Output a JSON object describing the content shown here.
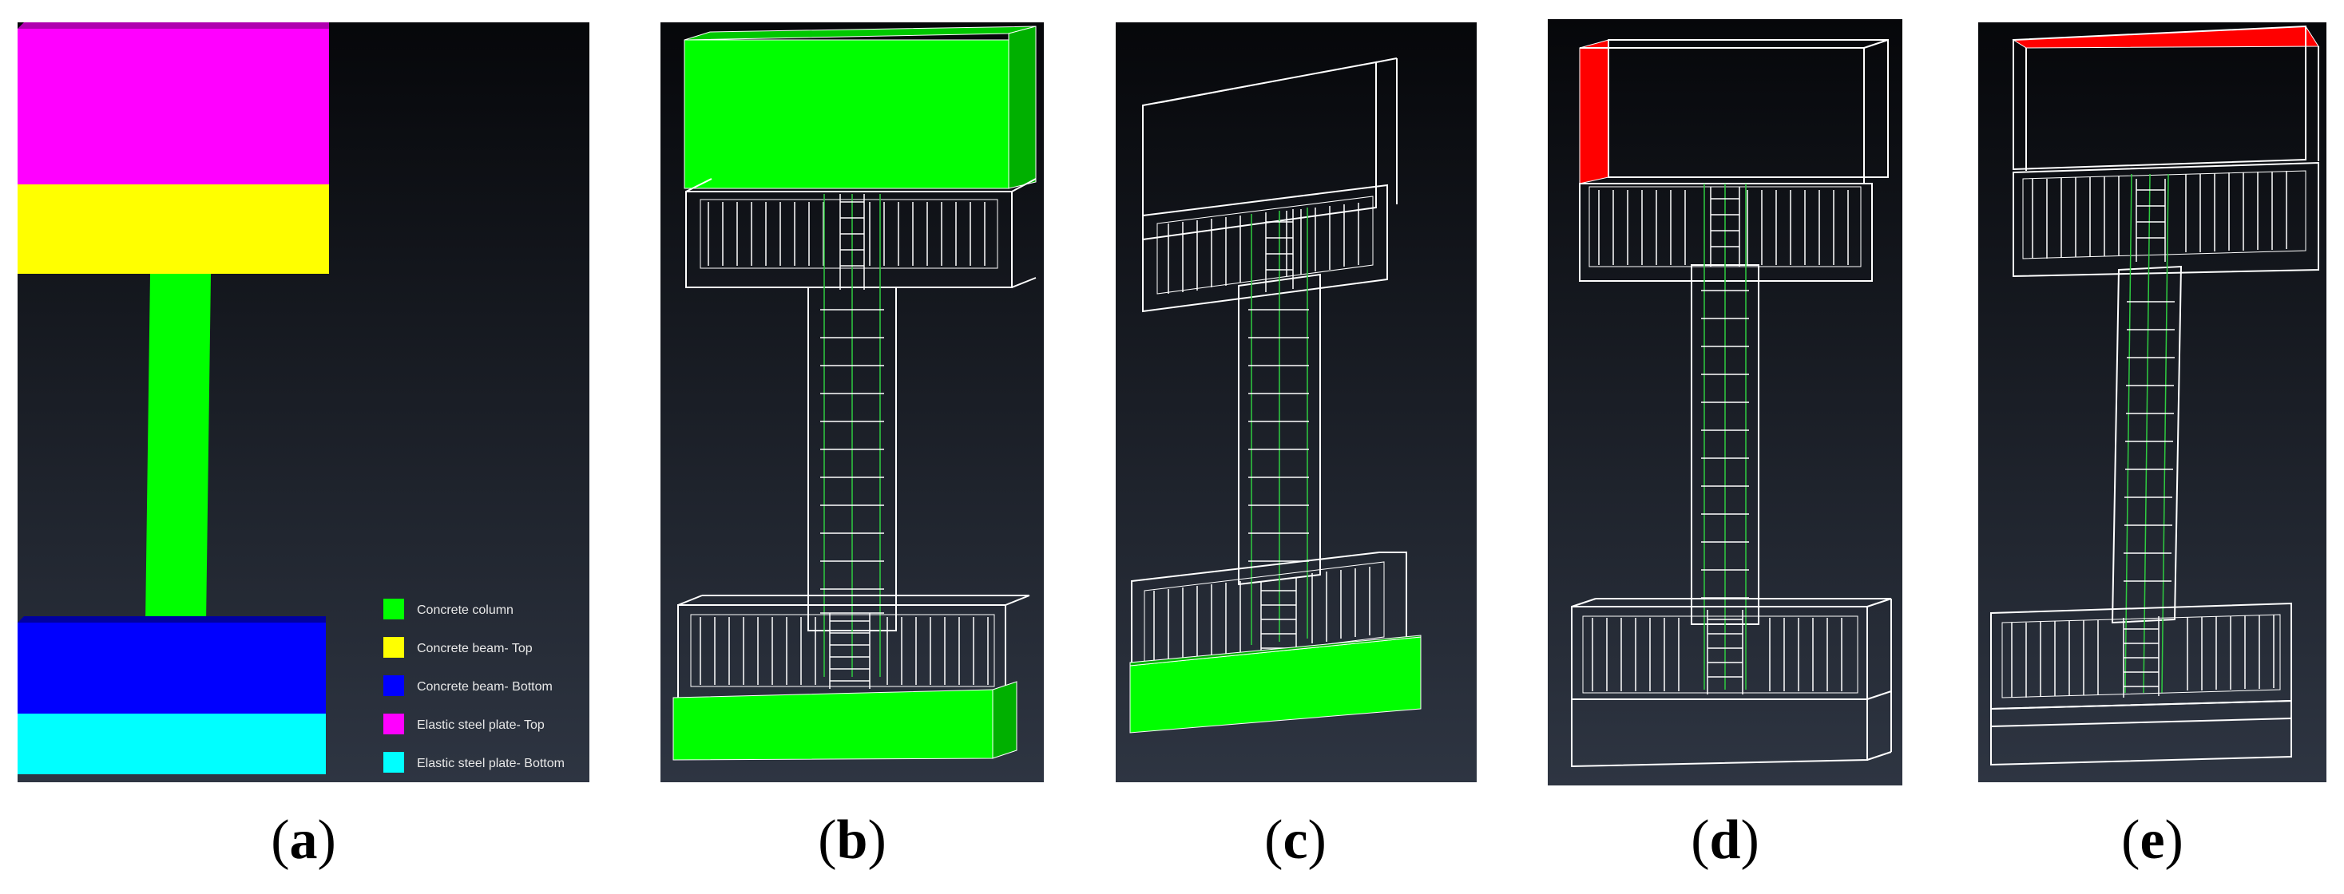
{
  "legend": {
    "items": [
      {
        "label": "Concrete column",
        "color": "#00ff00"
      },
      {
        "label": "Concrete beam- Top",
        "color": "#ffff00"
      },
      {
        "label": "Concrete beam- Bottom",
        "color": "#0000ff"
      },
      {
        "label": "Elastic steel plate- Top",
        "color": "#ff00ff"
      },
      {
        "label": "Elastic steel plate- Bottom",
        "color": "#00ffff"
      }
    ]
  },
  "captions": [
    {
      "letter": "a"
    },
    {
      "letter": "b"
    },
    {
      "letter": "c"
    },
    {
      "letter": "d"
    },
    {
      "letter": "e"
    }
  ],
  "colors": {
    "background_top": "#06070a",
    "background_bottom": "#2e3542",
    "column": "#00ff00",
    "beam_top": "#ffff00",
    "beam_bottom": "#0000ff",
    "plate_top": "#ff00ff",
    "plate_bottom": "#00ffff",
    "loaded_face": "#ff0000",
    "green_block": "#00ff00",
    "wireframe": "#ffffff",
    "rebar_longitudinal": "#2ecc40"
  }
}
